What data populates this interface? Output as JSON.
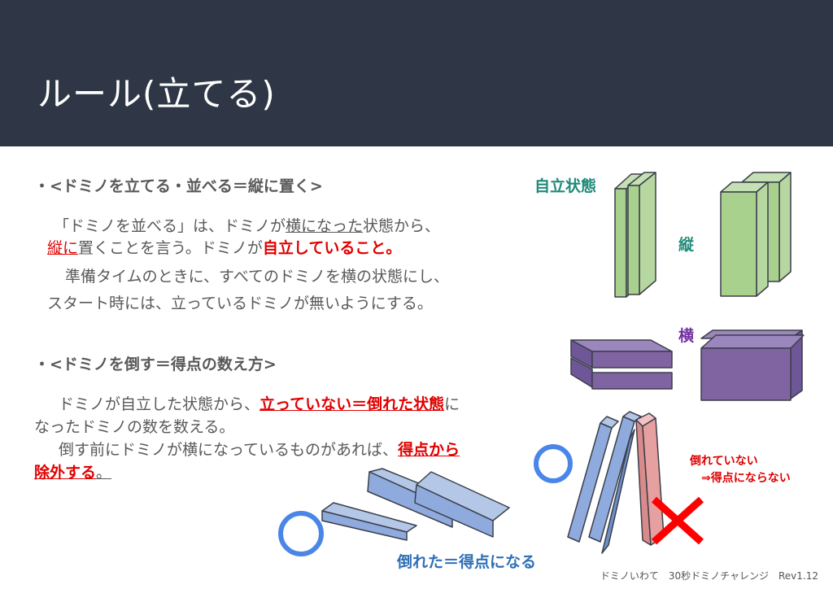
{
  "header": {
    "title": "ルール(立てる)"
  },
  "section1": {
    "heading": "・<ドミノを立てる・並べる＝縦に置く>",
    "line1_a": "「ドミノを並べる」は、ドミノが",
    "line1_u": "横になった",
    "line1_b": "状態から、",
    "line2_a": "縦に",
    "line2_b": "置くことを言う。ドミノが",
    "line2_c": "自立していること。",
    "line3": "準備タイムのときに、すべてのドミノを横の状態にし、",
    "line4": "スタート時には、立っているドミノが無いようにする。"
  },
  "section2": {
    "heading": "・<ドミノを倒す＝得点の数え方>",
    "line1_a": "ドミノが自立した状態から、",
    "line1_b": "立っていない＝倒れた状態",
    "line1_c": "に",
    "line2": "なったドミノの数を数える。",
    "line3_a": "倒す前にドミノが横になっているものがあれば、",
    "line3_b": "得点から",
    "line4_a": "除外する",
    "line4_b": "。"
  },
  "figure": {
    "label_standing": "自立状態",
    "label_vertical": "縦",
    "label_horizontal": "横",
    "label_not_fallen_1": "倒れていない",
    "label_not_fallen_2": "⇒得点にならない",
    "label_fallen": "倒れた＝得点になる",
    "colors": {
      "green_face": "#a9d18e",
      "green_side": "#c5e0b4",
      "purple": "#8064a2",
      "blue": "#8faadc",
      "red_domino": "#e6a0a0",
      "circle": "#4a86e8",
      "cross": "#ff0000",
      "label_teal": "#1f8a7a",
      "label_purple": "#7030a0",
      "label_blue": "#2f6fb6",
      "label_red": "#e00000"
    }
  },
  "footer": {
    "text": "ドミノいわて　30秒ドミノチャレンジ　Rev1.12"
  }
}
